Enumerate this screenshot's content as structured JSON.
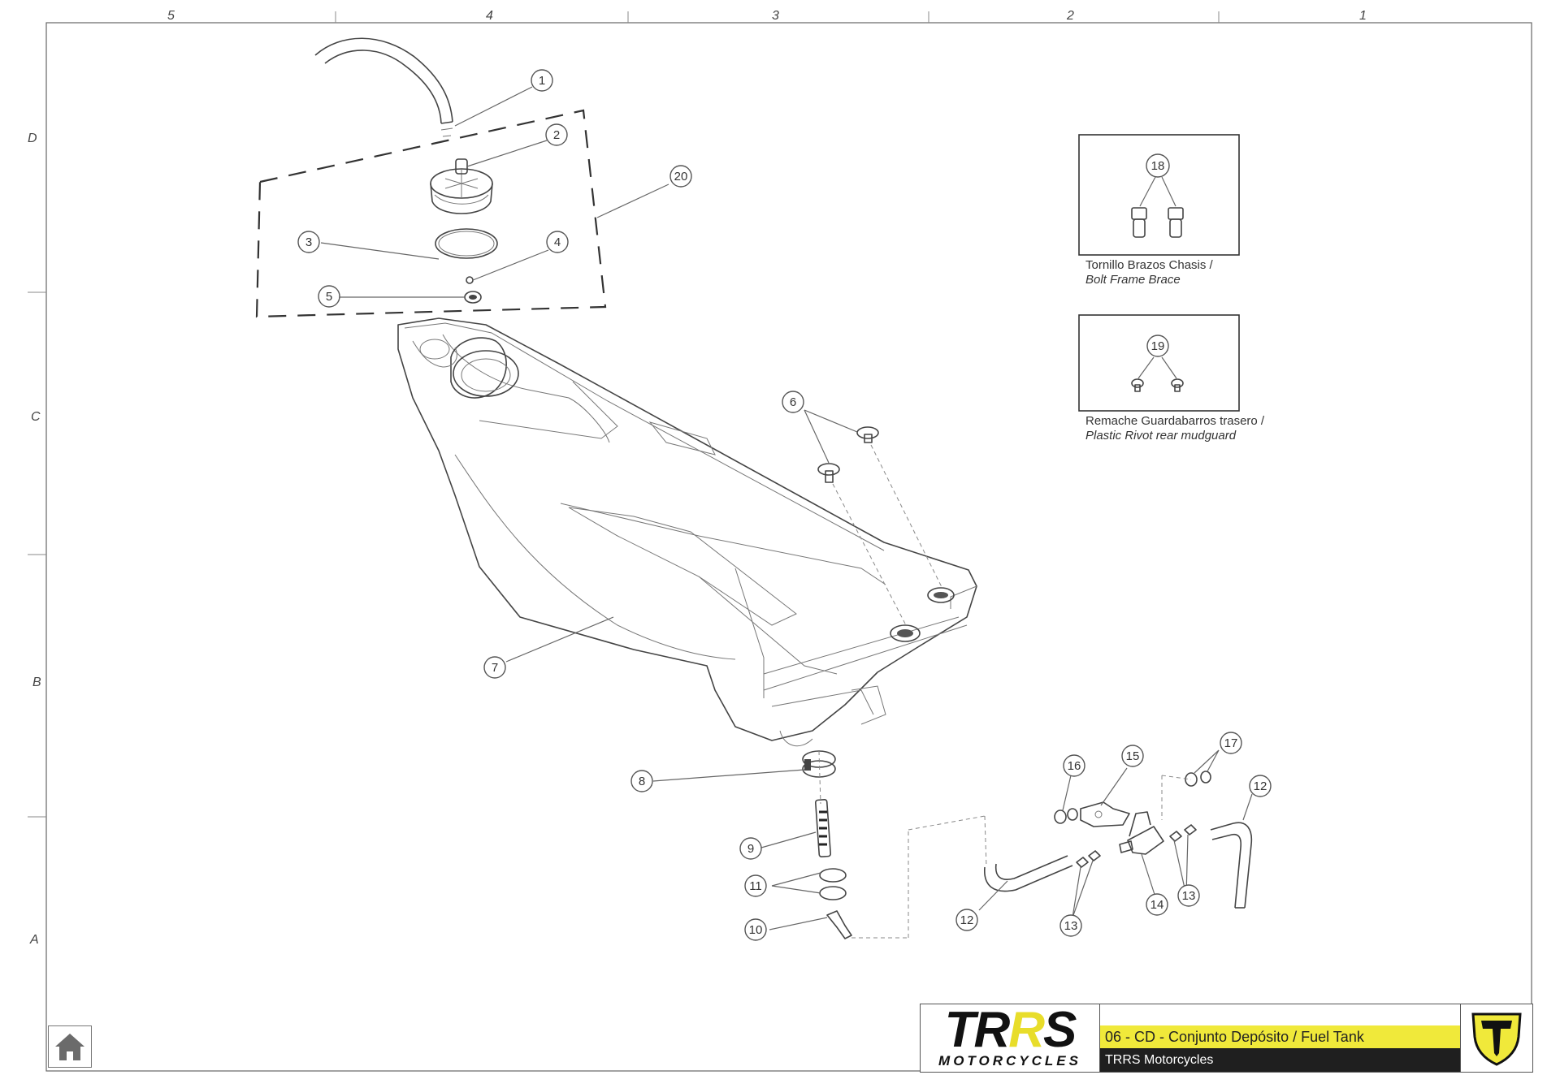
{
  "zones": {
    "columns": [
      "5",
      "4",
      "3",
      "2",
      "1"
    ],
    "rows": [
      "D",
      "C",
      "B",
      "A"
    ]
  },
  "callouts": [
    "1",
    "2",
    "3",
    "4",
    "5",
    "6",
    "7",
    "8",
    "9",
    "10",
    "11",
    "12",
    "12",
    "13",
    "13",
    "14",
    "15",
    "16",
    "17",
    "18",
    "19",
    "20"
  ],
  "details": {
    "bolt": {
      "callout": "18",
      "caption_es": "Tornillo Brazos Chasis /",
      "caption_en": "Bolt Frame Brace"
    },
    "rivet": {
      "callout": "19",
      "caption_es": "Remache Guardabarros trasero /",
      "caption_en": "Plastic Rivot rear mudguard"
    }
  },
  "title_block": {
    "logo_main": "TRRS",
    "logo_sub": "MOTORCYCLES",
    "title": "06 - CD - Conjunto Depósito / Fuel Tank",
    "company": "TRRS Motorcycles"
  },
  "icons": {
    "home": "home-icon",
    "emblem": "trrs-shield-emblem"
  },
  "colors": {
    "accent_yellow": "#f0e93a",
    "dark_bar": "#1f1f1f",
    "line": "#444444"
  }
}
